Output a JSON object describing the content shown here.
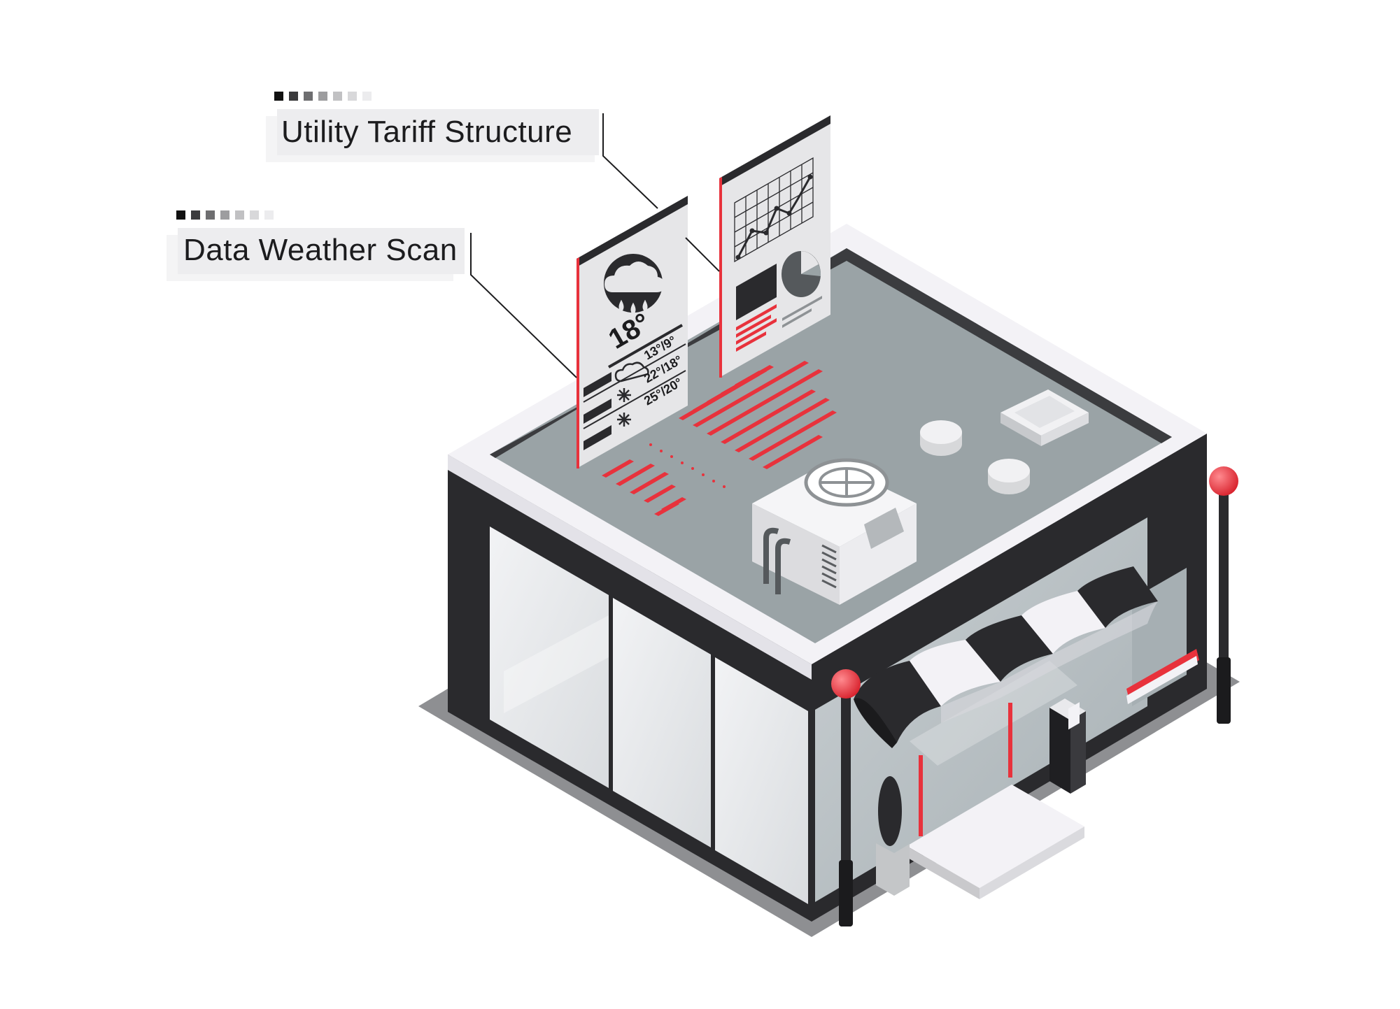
{
  "labels": {
    "utility_tariff": "Utility Tariff Structure",
    "weather_scan": "Data Weather Scan"
  },
  "weather_panel": {
    "temperature": "18°",
    "forecast": [
      {
        "icon": "cloud-rain-icon",
        "range": "13°/9°"
      },
      {
        "icon": "cloud-icon",
        "range": "22°/18°"
      },
      {
        "icon": "sun-icon",
        "range": "25°/20°"
      }
    ]
  },
  "colors": {
    "accent_red": "#e8323c",
    "dark": "#2a2a2d",
    "roof": "#9aa3a6",
    "rim": "#f3f2f6",
    "label_bg": "#ededef"
  }
}
